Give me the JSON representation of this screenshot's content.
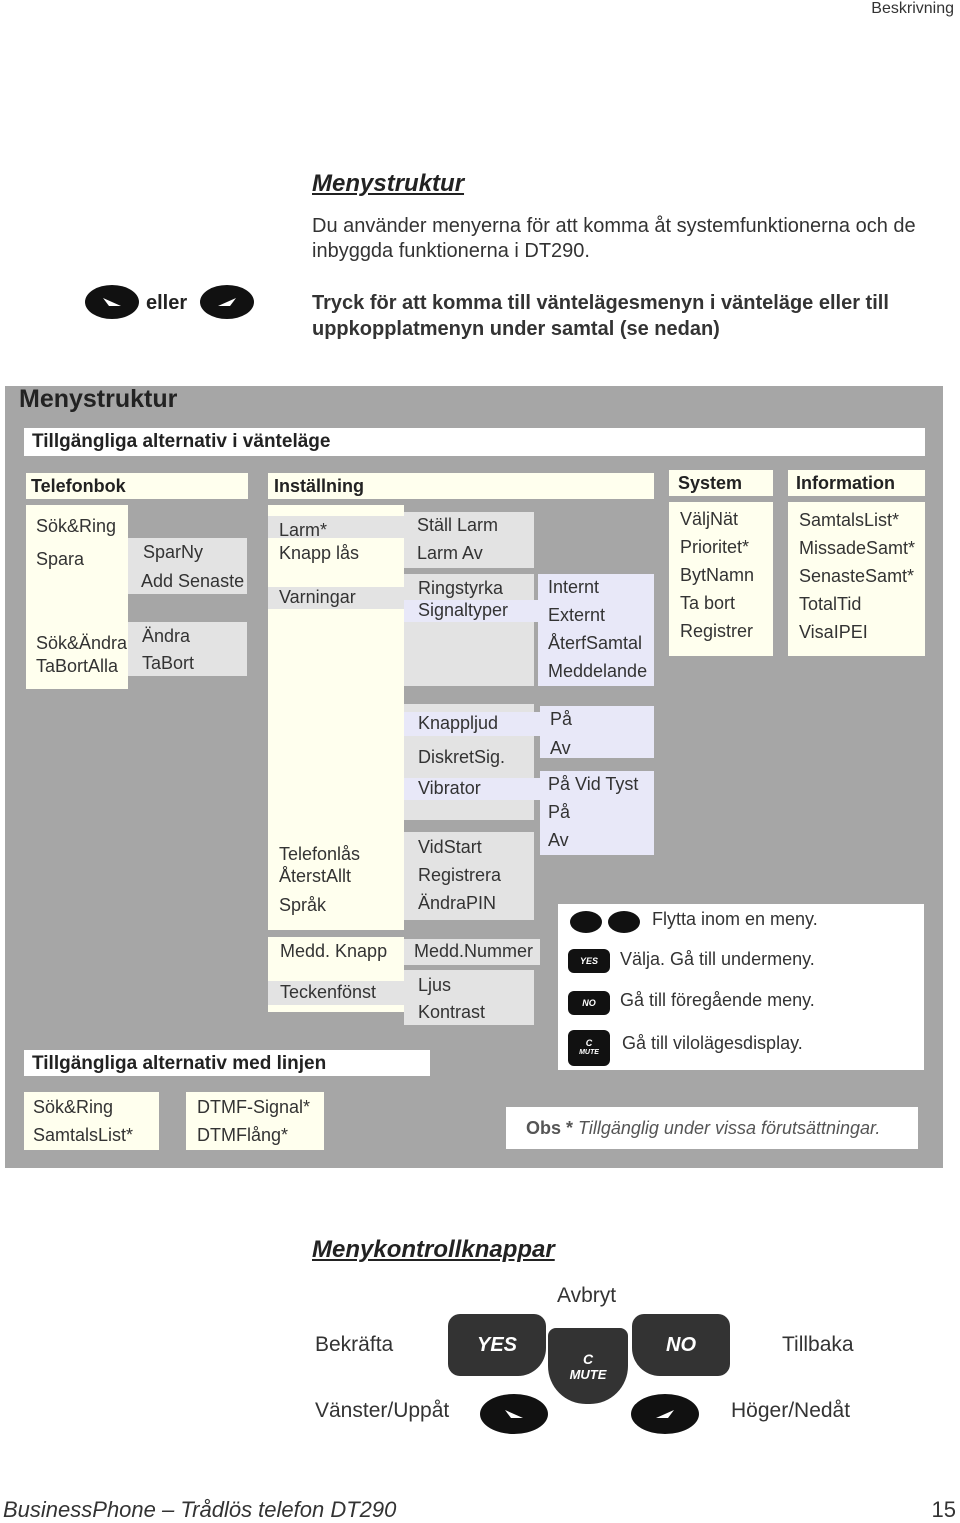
{
  "header": {
    "section": "Beskrivning"
  },
  "intro": {
    "heading": "Menystruktur",
    "text": "Du använder menyerna för att komma åt systemfunktionerna och de inbyggda funktionerna i DT290.",
    "eller": "eller",
    "instruction": "Tryck för att komma till vänteläges­menyn i vänteläge eller till uppkopplatmenyn under samtal (se nedan)"
  },
  "panel": {
    "title": "Menystruktur",
    "idle_bar": "Tillgängliga alternativ i vänteläge",
    "call_bar": "Tillgängliga alternativ med linjen",
    "telefonbok": {
      "head": "Telefonbok",
      "items": [
        "Sök&Ring",
        "Spara",
        "Sök&Ändra",
        "TaBortAlla"
      ],
      "sub1": [
        "SparNy",
        "Add Senaste"
      ],
      "sub2": [
        "Ändra",
        "TaBort"
      ]
    },
    "installning": {
      "head": "Inställning",
      "col1_top": [
        "Larm*",
        "Knapp lås",
        "Varningar"
      ],
      "col1_mid": [
        "Telefonlås",
        "ÅterstAllt",
        "Språk"
      ],
      "medd": "Medd. Knapp",
      "tecken": "Teckenfönst",
      "larm": [
        "Ställ Larm",
        "Larm Av"
      ],
      "ring": [
        "Ringstyrka",
        "Signaltyper"
      ],
      "signal": [
        "Internt",
        "Externt",
        "ÅterfSamtal",
        "Meddelande"
      ],
      "knapp": [
        "Knappljud",
        "DiskretSig.",
        "Vibrator"
      ],
      "pa_av": [
        "På",
        "Av"
      ],
      "vib": [
        "På Vid Tyst",
        "På",
        "Av"
      ],
      "pin": [
        "VidStart",
        "Registrera",
        "ÄndraPIN"
      ],
      "medd_nr": "Medd.Nummer",
      "ljus": [
        "Ljus",
        "Kontrast"
      ]
    },
    "system": {
      "head": "System",
      "items": [
        "VäljNät",
        "Prioritet*",
        "BytNamn",
        "Ta bort",
        "Registrer"
      ]
    },
    "information": {
      "head": "Information",
      "items": [
        "SamtalsList*",
        "MissadeSamt*",
        "SenasteSamt*",
        "TotalTid",
        "VisaIPEI"
      ]
    },
    "call": {
      "col1": [
        "Sök&Ring",
        "SamtalsList*"
      ],
      "col2": [
        "DTMF-Signal*",
        "DTMFlång*"
      ]
    },
    "legend": {
      "move": "Flytta inom en meny.",
      "select": "Välja. Gå till undermeny.",
      "back": "Gå till föregående meny.",
      "idle": "Gå till vilolägesdisplay.",
      "yes_key": "YES",
      "no_key": "NO",
      "c_key": "C",
      "mute_key": "MUTE"
    },
    "obs": {
      "label": "Obs *",
      "text": "Tillgänglig under vissa förutsättningar."
    }
  },
  "controls": {
    "heading": "Menykontrollknappar",
    "avbryt": "Avbryt",
    "bekrafta": "Bekräfta",
    "tillbaka": "Tillbaka",
    "vanster": "Vänster/Uppåt",
    "hoger": "Höger/Nedåt",
    "yes": "YES",
    "no": "NO",
    "c": "C",
    "mute": "MUTE"
  },
  "footer": {
    "title": "BusinessPhone – Trådlös telefon DT290",
    "page": "15"
  }
}
